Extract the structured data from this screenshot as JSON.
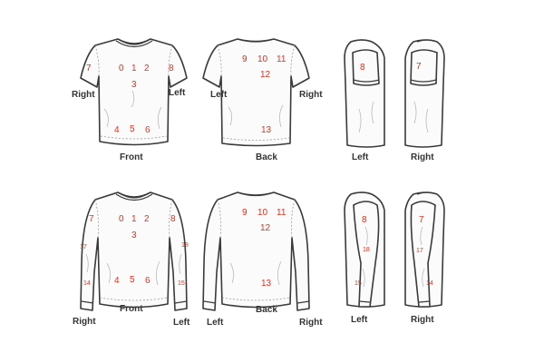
{
  "colors": {
    "number": "#e3311d",
    "caption": "#333333",
    "outline": "#3a3a3a"
  },
  "short_sleeve": {
    "front": {
      "n0": "0",
      "n1": "1",
      "n2": "2",
      "n3": "3",
      "n4": "4",
      "n5": "5",
      "n6": "6",
      "n7": "7",
      "n8": "8",
      "side_right": "Right",
      "side_left": "Left",
      "caption": "Front"
    },
    "back": {
      "n9": "9",
      "n10": "10",
      "n11": "11",
      "n12": "12",
      "n13": "13",
      "side_left": "Left",
      "side_right": "Right",
      "caption": "Back"
    },
    "left_side": {
      "n8": "8",
      "caption": "Left"
    },
    "right_side": {
      "n7": "7",
      "caption": "Right"
    }
  },
  "long_sleeve": {
    "front": {
      "n0": "0",
      "n1": "1",
      "n2": "2",
      "n3": "3",
      "n4": "4",
      "n5": "5",
      "n6": "6",
      "n7": "7",
      "n8": "8",
      "n14": "14",
      "n15": "15",
      "n17": "17",
      "n18": "18",
      "side_right": "Right",
      "side_left": "Left",
      "caption": "Front"
    },
    "back": {
      "n9": "9",
      "n10": "10",
      "n11": "11",
      "n12": "12",
      "n13": "13",
      "side_left": "Left",
      "side_right": "Right",
      "caption": "Back"
    },
    "left_side": {
      "n8": "8",
      "n18": "18",
      "n15": "15",
      "caption": "Left"
    },
    "right_side": {
      "n7": "7",
      "n17": "17",
      "n14": "14",
      "caption": "Right"
    }
  }
}
